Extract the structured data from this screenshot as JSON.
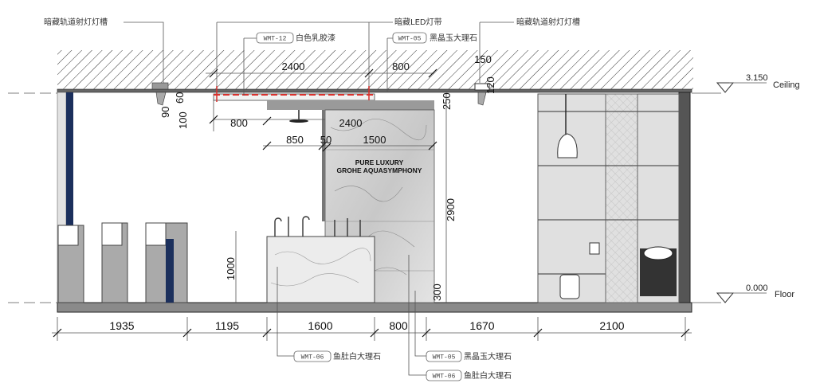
{
  "annotations": {
    "track_light_slot_left": "暗藏轨道射灯灯槽",
    "led_strip": "暗藏LED灯带",
    "track_light_slot_right": "暗藏轨道射灯灯槽",
    "material_top_1": {
      "code": "WMT-12",
      "name": "白色乳胶漆"
    },
    "material_top_2": {
      "code": "WMT-05",
      "name": "黑晶玉大理石"
    },
    "material_bottom_1": {
      "code": "WMT-06",
      "name": "鱼肚白大理石"
    },
    "material_bottom_2": {
      "code": "WMT-05",
      "name": "黑晶玉大理石"
    },
    "material_bottom_3": {
      "code": "WMT-06",
      "name": "鱼肚白大理石"
    }
  },
  "brand_panel": {
    "line1": "PURE LUXURY",
    "line2": "GROHE AQUASYMPHONY"
  },
  "levels": {
    "ceiling": {
      "value": "3.150",
      "label": "Ceiling"
    },
    "floor": {
      "value": "0.000",
      "label": "Floor"
    }
  },
  "dimensions": {
    "top": [
      "2400",
      "800",
      "150",
      "120",
      "250",
      "90",
      "60",
      "100",
      "800",
      "2400",
      "850",
      "50",
      "1500",
      "2900",
      "1000",
      "300"
    ],
    "bottom": [
      "1935",
      "1195",
      "1600",
      "800",
      "1670",
      "2100"
    ]
  },
  "colors": {
    "accent_red": "#d9302c",
    "navy": "#1b2f5c",
    "wall_dark": "#555555"
  }
}
